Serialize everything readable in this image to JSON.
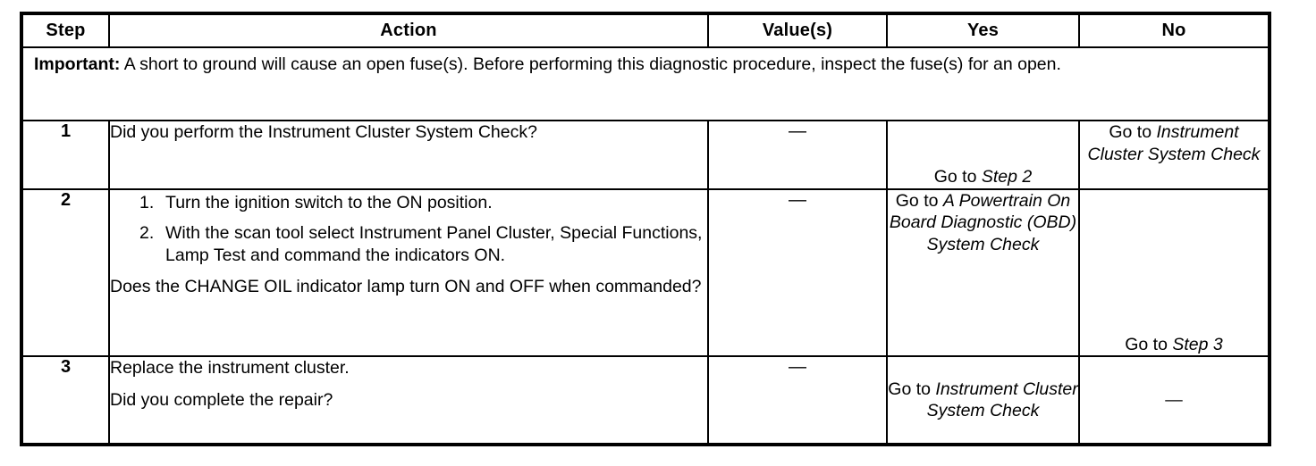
{
  "table": {
    "columns": [
      "Step",
      "Action",
      "Value(s)",
      "Yes",
      "No"
    ],
    "note": {
      "lead": "Important:",
      "text": " A short to ground will cause an open fuse(s). Before performing this diagnostic procedure, inspect the fuse(s) for an open."
    },
    "rows": [
      {
        "step": "1",
        "action": {
          "intro": "Did you perform the Instrument Cluster System Check?",
          "list": [],
          "outro": ""
        },
        "value": "—",
        "yes": {
          "prefix": "Go to ",
          "target": "Step 2"
        },
        "no": {
          "prefix": "Go to ",
          "target": "Instrument Cluster System Check"
        }
      },
      {
        "step": "2",
        "action": {
          "intro": "",
          "list": [
            {
              "num": "1.",
              "text": "Turn the ignition switch to the ON position."
            },
            {
              "num": "2.",
              "text": "With the scan tool select Instrument Panel Cluster, Special Functions, Lamp Test and command the indicators ON."
            }
          ],
          "outro": "Does the CHANGE OIL indicator lamp turn ON and OFF when commanded?"
        },
        "value": "—",
        "yes": {
          "prefix": "Go to ",
          "target": "A Powertrain On Board Diagnostic (OBD) System Check"
        },
        "no": {
          "prefix": "Go to ",
          "target": "Step 3"
        }
      },
      {
        "step": "3",
        "action": {
          "intro": "Replace the instrument cluster.",
          "list": [],
          "outro": "Did you complete the repair?"
        },
        "value": "—",
        "yes": {
          "prefix": "Go to ",
          "target": "Instrument Cluster System Check"
        },
        "no": {
          "plain": "—"
        }
      }
    ]
  }
}
